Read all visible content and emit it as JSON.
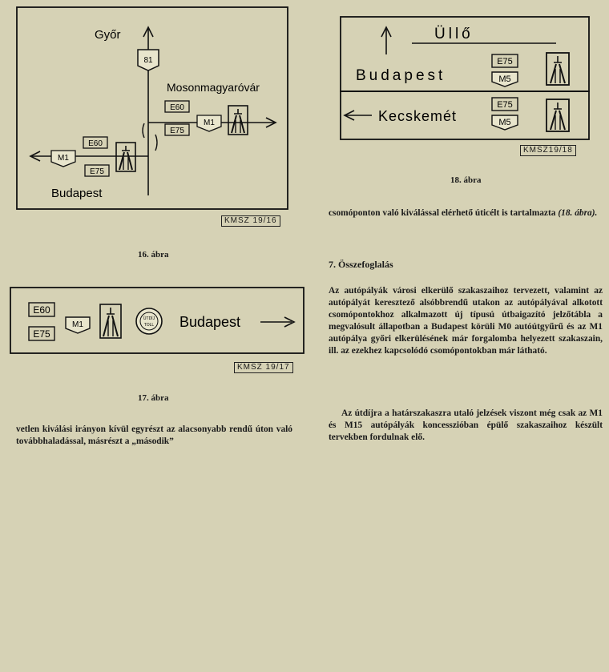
{
  "fig16": {
    "towns": {
      "gyor": "Győr",
      "moson": "Mosonmagyaróvár",
      "budapest": "Budapest"
    },
    "route_81": "81",
    "shields": {
      "e60_right": "E60",
      "e75_right": "E75",
      "m1_right": "M1",
      "e60_left": "E60",
      "m1_left": "M1",
      "e75_left": "E75"
    },
    "code": "KMSZ 19/16",
    "caption": "16. ábra"
  },
  "fig17": {
    "shields": {
      "e60": "E60",
      "e75": "E75",
      "m1": "M1"
    },
    "toll_top": "ÚTDÍJ",
    "toll_bottom": "TOLL",
    "destination": "Budapest",
    "code": "KMSZ 19/17",
    "caption": "17. ábra"
  },
  "fig18": {
    "top_dest": "Üllő",
    "mid_dest": "Budapest",
    "bottom_dest": "Kecskemét",
    "shields": {
      "e75_a": "E75",
      "m5_a": "M5",
      "e75_b": "E75",
      "m5_b": "M5"
    },
    "code": "KMSZ19/18",
    "caption": "18. ábra"
  },
  "text": {
    "left_para": "vetlen kiválási irányon kívül egyrészt az alacsonyabb rendű úton való továbbhaladással, másrészt a „második”",
    "right_para_1": "csomóponton való kiválással elérhető úticélt is tartalmazta",
    "right_para_1_ref": "(18. ábra).",
    "section_heading": "7. Összefoglalás",
    "body_1": "Az autópályák városi elkerülő szakaszaihoz tervezett, valamint az autópályát keresztező alsóbbrendű utakon az autópályával alkotott csomópontokhoz alkalmazott új típusú útbaigazító jelzőtábla a megvalósult állapotban a Budapest körüli M0 autóútgyűrű és az M1 autópálya győri elkerülésének már forgalomba helyezett szakaszain, ill. az ezekhez kapcsolódó csomópontokban már látható.",
    "body_2": "Az útdíjra a határszakaszra utaló jelzések viszont még csak az M1 és M15 autópályák koncesszióban épülő szakaszaihoz készült tervekben fordulnak elő."
  }
}
